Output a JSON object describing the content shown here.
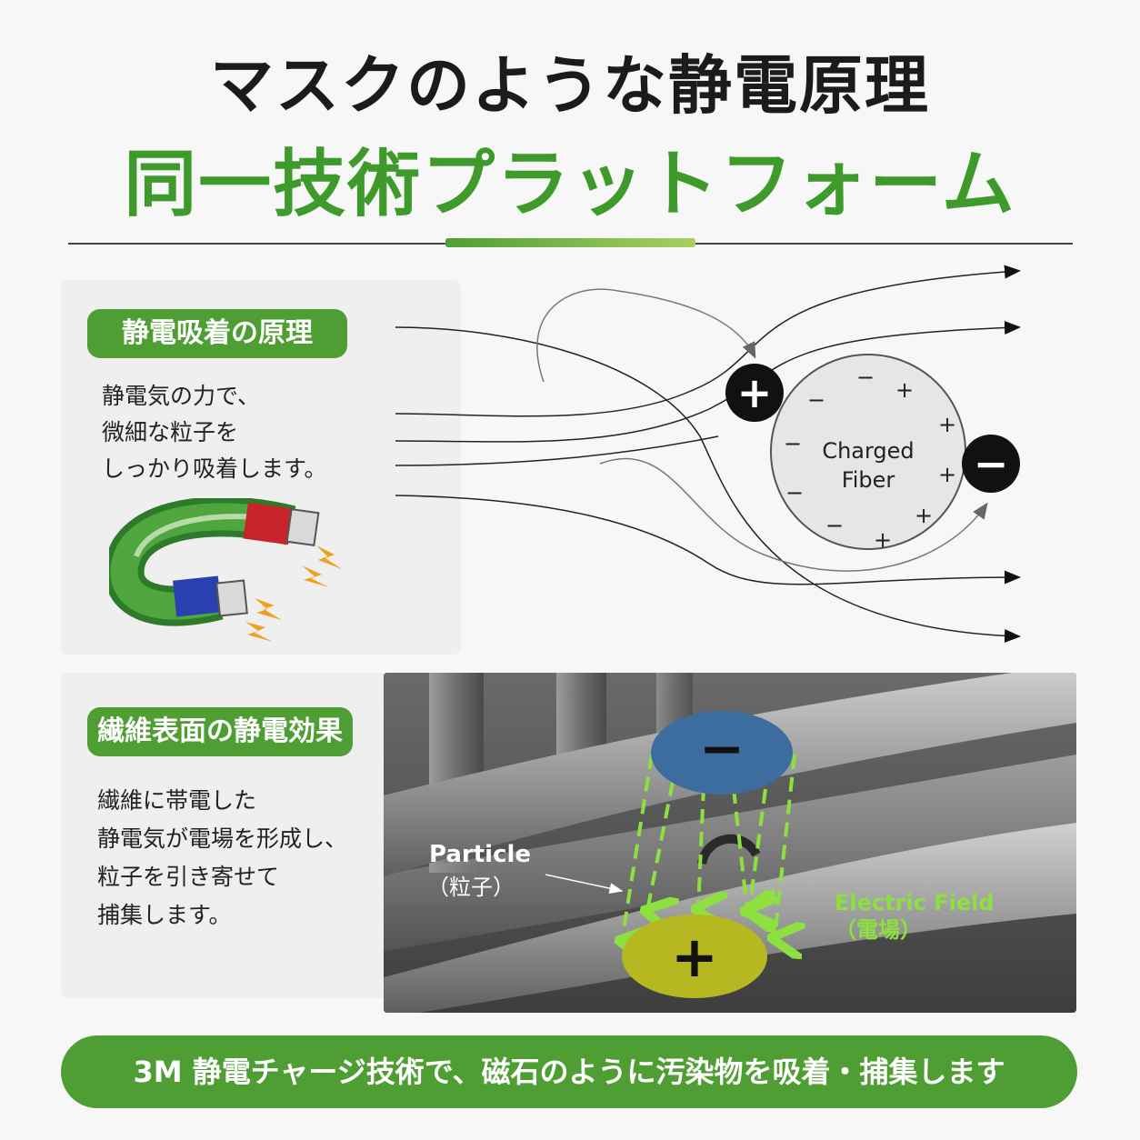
{
  "header": {
    "title": "マスクのような静電原理",
    "subtitle": "同一技術プラットフォーム"
  },
  "panel_principle": {
    "tag": "静電吸着の原理",
    "description": [
      "静電気の力で、",
      "微細な粒子を",
      "しっかり吸着します。"
    ],
    "fiber_label_line1": "Charged",
    "fiber_label_line2": "Fiber",
    "positive_symbol": "+",
    "negative_symbol": "−"
  },
  "panel_surface": {
    "tag": "繊維表面の静電効果",
    "description": [
      "繊維に帯電した",
      "静電気が電場を形成し、",
      "粒子を引き寄せて",
      "捕集します。"
    ],
    "particle_label": "Particle",
    "particle_label_jp": "（粒子）",
    "field_label": "Electric Field",
    "field_label_jp": "（電場）",
    "minus_symbol": "−",
    "plus_symbol": "+"
  },
  "footer": {
    "text": "3M 静電チャージ技術で、磁石のように汚染物を吸着・捕集します"
  },
  "colors": {
    "brand_green": "#4f9e34",
    "title_green": "#3f9a2c",
    "negative_pole": "#3d6d9e",
    "positive_pole": "#b5b820",
    "field_arrows": "#8de03f"
  }
}
